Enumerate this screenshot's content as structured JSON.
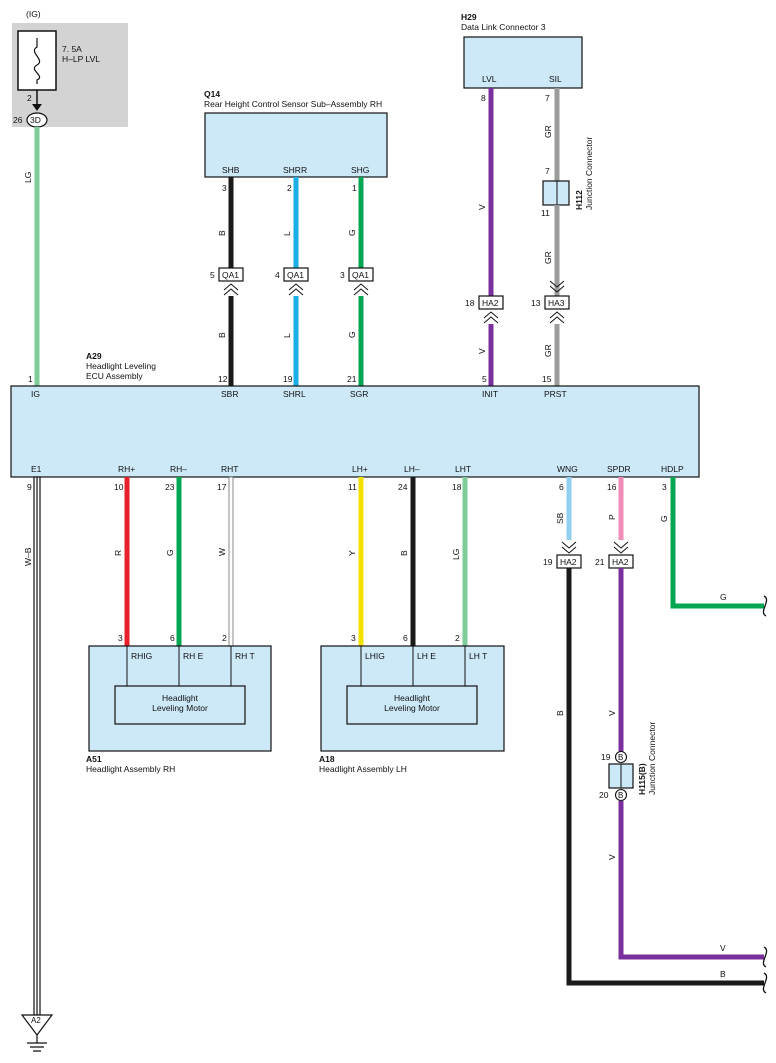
{
  "colors": {
    "LG": "#7dcc9a",
    "B": "#1a1a1a",
    "L": "#19aee6",
    "G": "#00a651",
    "V": "#7b2f9e",
    "GR": "#9b9b9b",
    "R": "#e8202a",
    "W": "#ffffff",
    "Y": "#f2e000",
    "SB": "#90cff0",
    "P": "#f08cb8",
    "box_fill": "#cde9f8",
    "fuse_area": "#d3d3d3"
  },
  "fuse": {
    "ig_label": "(IG)",
    "rating": "7. 5A",
    "name": "H–LP LVL",
    "pin_top": "2",
    "pin_left": "26",
    "connector": "3D"
  },
  "q14": {
    "code": "Q14",
    "name": "Rear Height Control Sensor Sub–Assembly RH",
    "terminals": [
      "SHB",
      "SHRR",
      "SHG"
    ],
    "pins": [
      "3",
      "2",
      "1"
    ]
  },
  "h29": {
    "code": "H29",
    "name": "Data Link Connector 3",
    "terminals": [
      "LVL",
      "SIL"
    ],
    "pins": [
      "8",
      "7"
    ]
  },
  "h112": {
    "code": "H112",
    "name": "Junction Connector",
    "pin_top": "7",
    "pin_bottom": "11"
  },
  "a29": {
    "code": "A29",
    "name_line1": "Headlight Leveling",
    "name_line2": "ECU Assembly",
    "top_terminals": [
      {
        "label": "IG",
        "pin": "1"
      },
      {
        "label": "SBR",
        "pin": "12"
      },
      {
        "label": "SHRL",
        "pin": "19"
      },
      {
        "label": "SGR",
        "pin": "21"
      },
      {
        "label": "INIT",
        "pin": "5"
      },
      {
        "label": "PRST",
        "pin": "15"
      }
    ],
    "bottom_terminals": [
      {
        "label": "E1",
        "pin": "9"
      },
      {
        "label": "RH+",
        "pin": "10"
      },
      {
        "label": "RH–",
        "pin": "23"
      },
      {
        "label": "RHT",
        "pin": "17"
      },
      {
        "label": "LH+",
        "pin": "11"
      },
      {
        "label": "LH–",
        "pin": "24"
      },
      {
        "label": "LHT",
        "pin": "18"
      },
      {
        "label": "WNG",
        "pin": "6"
      },
      {
        "label": "SPDR",
        "pin": "16"
      },
      {
        "label": "HDLP",
        "pin": "3"
      }
    ]
  },
  "connectors": {
    "qa1": [
      {
        "label": "QA1",
        "pin": "5"
      },
      {
        "label": "QA1",
        "pin": "4"
      },
      {
        "label": "QA1",
        "pin": "3"
      }
    ],
    "ha2_top": {
      "label": "HA2",
      "pin": "18"
    },
    "ha3": {
      "label": "HA3",
      "pin": "13"
    },
    "ha2_wng": {
      "label": "HA2",
      "pin": "19"
    },
    "ha2_spdr": {
      "label": "HA2",
      "pin": "21"
    }
  },
  "a51": {
    "code": "A51",
    "name": "Headlight Assembly RH",
    "terminals": [
      "RHIG",
      "RH E",
      "RH T"
    ],
    "pins": [
      "3",
      "6",
      "2"
    ],
    "motor_line1": "Headlight",
    "motor_line2": "Leveling Motor"
  },
  "a18": {
    "code": "A18",
    "name": "Headlight Assembly LH",
    "terminals": [
      "LHIG",
      "LH E",
      "LH T"
    ],
    "pins": [
      "3",
      "6",
      "2"
    ],
    "motor_line1": "Headlight",
    "motor_line2": "Leveling Motor"
  },
  "h115": {
    "code": "H115(B)",
    "name": "Junction Connector",
    "pin_top": "19",
    "pin_bottom": "20",
    "mark": "B"
  },
  "ground": {
    "label": "A2"
  },
  "wire_labels": {
    "lg_ig": "LG",
    "b_top": "B",
    "b_mid": "B",
    "l_top": "L",
    "l_mid": "L",
    "g_top": "G",
    "g_mid": "G",
    "v_top": "V",
    "v_mid": "V",
    "gr_top": "GR",
    "gr_mid": "GR",
    "gr_bot": "GR",
    "wb": "W–B",
    "r": "R",
    "g_rh": "G",
    "w": "W",
    "y": "Y",
    "b_lh": "B",
    "lg_lh": "LG",
    "sb": "SB",
    "p": "P",
    "g_hdlp": "G",
    "b_wng": "B",
    "v_spdr": "V",
    "v_spdr2": "V",
    "g_out": "G",
    "v_out": "V",
    "b_out": "B"
  }
}
